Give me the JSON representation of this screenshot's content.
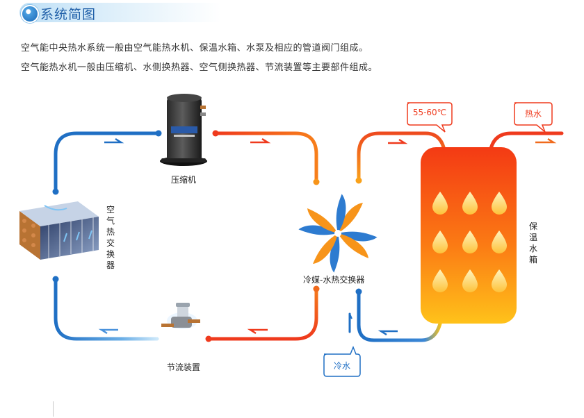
{
  "section": {
    "title": "系统简图",
    "description_line1": "空气能中央热水系统一般由空气能热水机、保温水箱、水泵及相应的管道阀门组成。",
    "description_line2": "空气能热水机一般由压缩机、水侧换热器、空气侧换热器、节流装置等主要部件组成。"
  },
  "components": {
    "compressor": "压缩机",
    "air_exchanger": "空气热交换器",
    "refrigerant_water_exchanger": "冷媒-水热交换器",
    "throttle": "节流装置",
    "water_tank": "保温水箱"
  },
  "callouts": {
    "temperature": "55-60℃",
    "hot_water": "热水",
    "cold_water": "冷水"
  },
  "colors": {
    "cold_pipe": "#1f6fc4",
    "hot_pipe": "#f04a1c",
    "warm_pipe": "#f7a11a",
    "tank_top": "#f43a14",
    "tank_bottom": "#ffc21a",
    "title_text": "#1f5fa8"
  }
}
